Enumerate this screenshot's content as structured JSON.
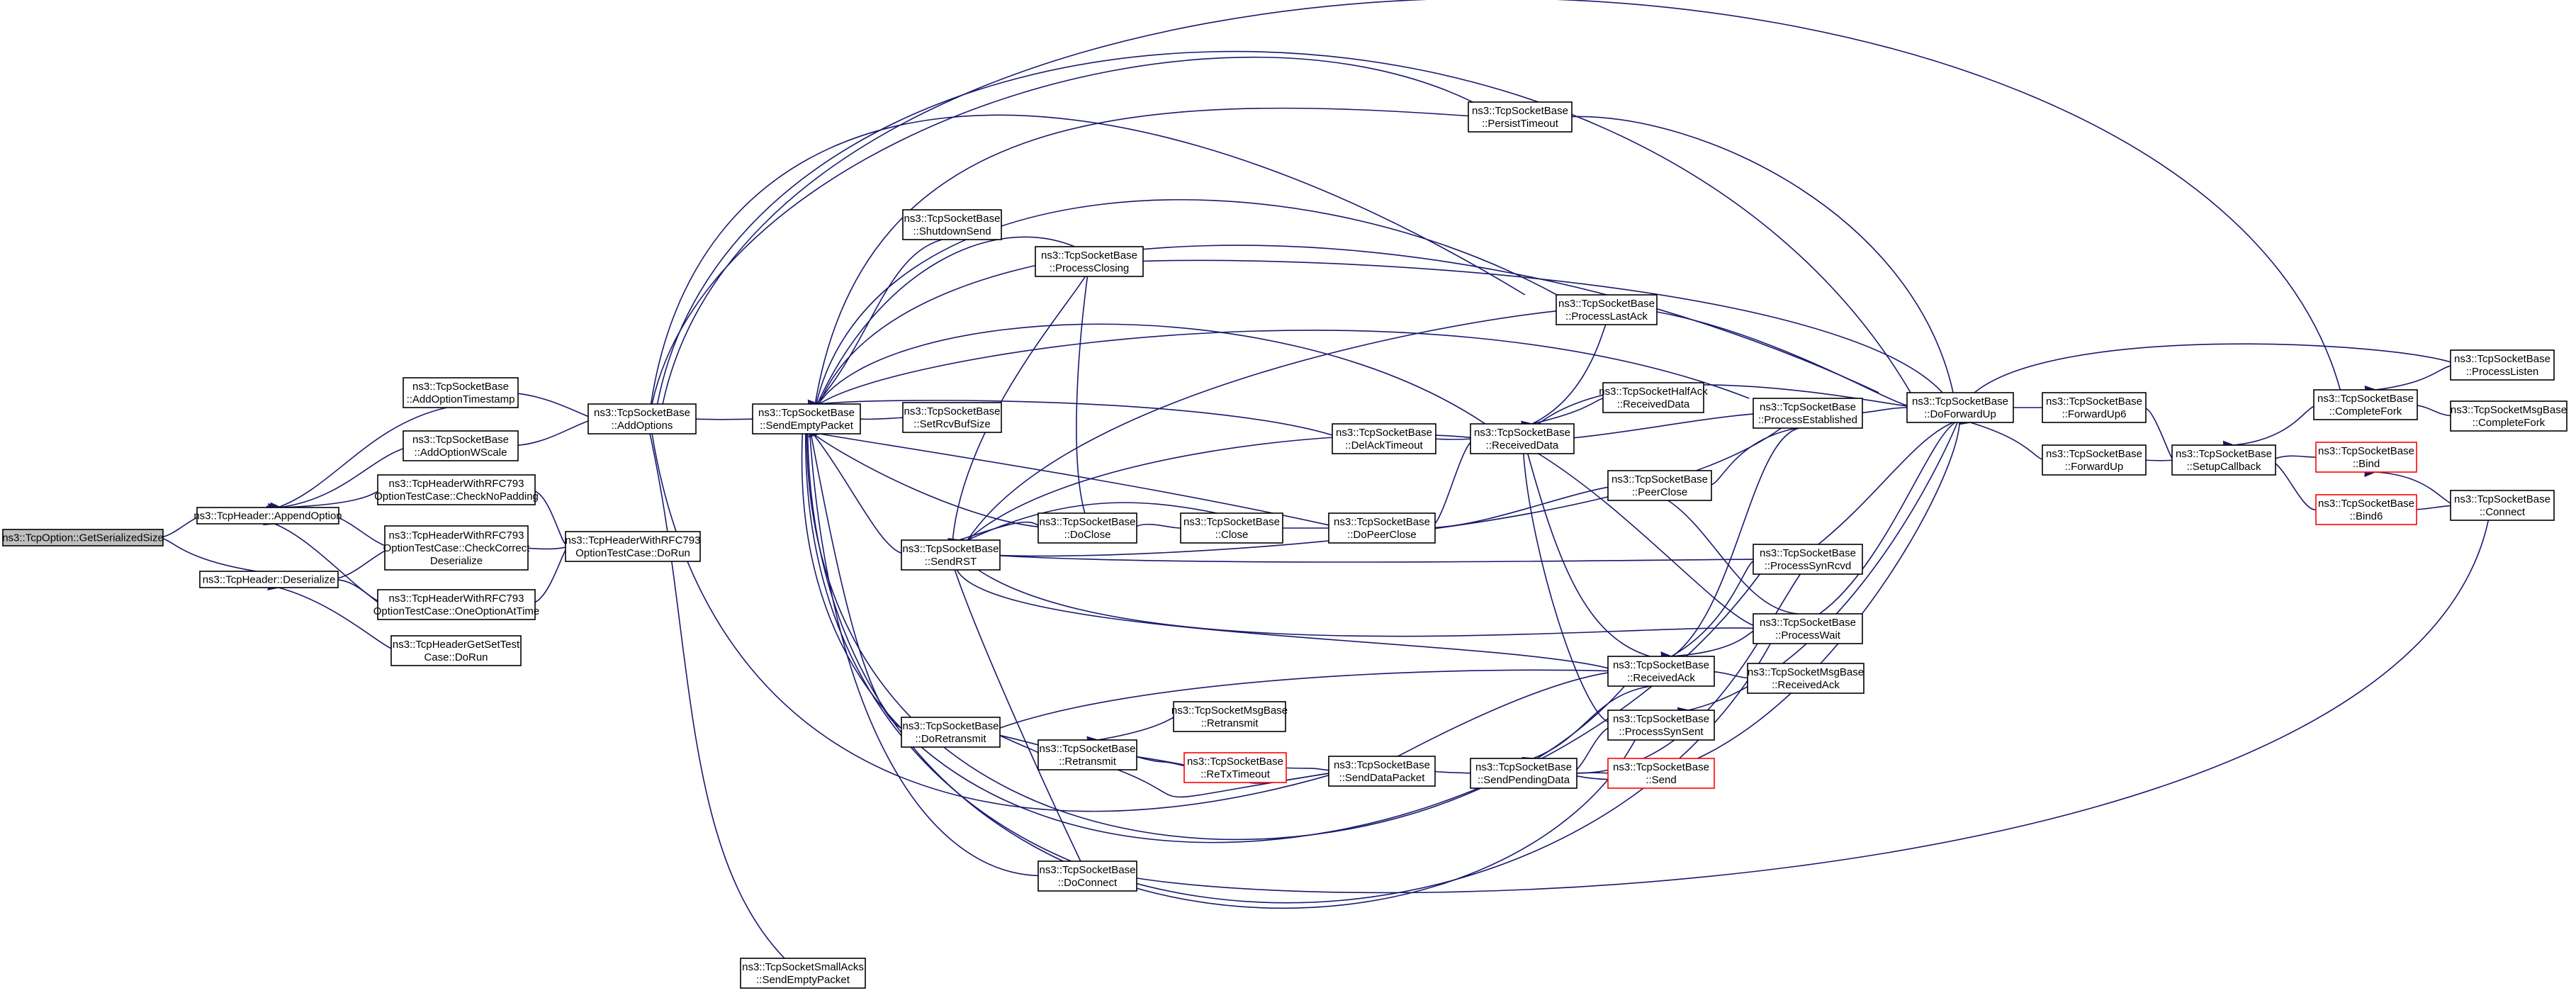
{
  "colors": {
    "edge": "#191970",
    "node_border": "#000000",
    "root_fill": "#bfbfbf",
    "truncated_border": "#ff0000",
    "background": "#ffffff"
  },
  "nodes": [
    {
      "id": "root",
      "lines": [
        "ns3::TcpOption::GetSerializedSize"
      ],
      "style": "root"
    },
    {
      "id": "append",
      "lines": [
        "ns3::TcpHeader::AppendOption"
      ]
    },
    {
      "id": "deser",
      "lines": [
        "ns3::TcpHeader::Deserialize"
      ]
    },
    {
      "id": "addts",
      "lines": [
        "ns3::TcpSocketBase",
        "::AddOptionTimestamp"
      ]
    },
    {
      "id": "addws",
      "lines": [
        "ns3::TcpSocketBase",
        "::AddOptionWScale"
      ]
    },
    {
      "id": "chknopad",
      "lines": [
        "ns3::TcpHeaderWithRFC793",
        "OptionTestCase::CheckNoPadding"
      ]
    },
    {
      "id": "chkcorrect",
      "lines": [
        "ns3::TcpHeaderWithRFC793",
        "OptionTestCase::CheckCorrect",
        "Deserialize"
      ]
    },
    {
      "id": "oneopt",
      "lines": [
        "ns3::TcpHeaderWithRFC793",
        "OptionTestCase::OneOptionAtTime"
      ]
    },
    {
      "id": "getset",
      "lines": [
        "ns3::TcpHeaderGetSetTest",
        "Case::DoRun"
      ]
    },
    {
      "id": "rfcdorun",
      "lines": [
        "ns3::TcpHeaderWithRFC793",
        "OptionTestCase::DoRun"
      ]
    },
    {
      "id": "addopts",
      "lines": [
        "ns3::TcpSocketBase",
        "::AddOptions"
      ]
    },
    {
      "id": "sendempty",
      "lines": [
        "ns3::TcpSocketBase",
        "::SendEmptyPacket"
      ]
    },
    {
      "id": "smallacks",
      "lines": [
        "ns3::TcpSocketSmallAcks",
        "::SendEmptyPacket"
      ]
    },
    {
      "id": "shutdown",
      "lines": [
        "ns3::TcpSocketBase",
        "::ShutdownSend"
      ]
    },
    {
      "id": "setrcv",
      "lines": [
        "ns3::TcpSocketBase",
        "::SetRcvBufSize"
      ]
    },
    {
      "id": "sendrst",
      "lines": [
        "ns3::TcpSocketBase",
        "::SendRST"
      ]
    },
    {
      "id": "doretx",
      "lines": [
        "ns3::TcpSocketBase",
        "::DoRetransmit"
      ]
    },
    {
      "id": "procclosing",
      "lines": [
        "ns3::TcpSocketBase",
        "::ProcessClosing"
      ]
    },
    {
      "id": "doclose",
      "lines": [
        "ns3::TcpSocketBase",
        "::DoClose"
      ]
    },
    {
      "id": "retx",
      "lines": [
        "ns3::TcpSocketBase",
        "::Retransmit"
      ]
    },
    {
      "id": "doconnect",
      "lines": [
        "ns3::TcpSocketBase",
        "::DoConnect"
      ]
    },
    {
      "id": "msgretx",
      "lines": [
        "ns3::TcpSocketMsgBase",
        "::Retransmit"
      ]
    },
    {
      "id": "retxtimeout",
      "lines": [
        "ns3::TcpSocketBase",
        "::ReTxTimeout"
      ],
      "style": "red"
    },
    {
      "id": "close",
      "lines": [
        "ns3::TcpSocketBase",
        "::Close"
      ]
    },
    {
      "id": "senddata",
      "lines": [
        "ns3::TcpSocketBase",
        "::SendDataPacket"
      ]
    },
    {
      "id": "persist",
      "lines": [
        "ns3::TcpSocketBase",
        "::PersistTimeout"
      ]
    },
    {
      "id": "delack",
      "lines": [
        "ns3::TcpSocketBase",
        "::DelAckTimeout"
      ]
    },
    {
      "id": "dopeer",
      "lines": [
        "ns3::TcpSocketBase",
        "::DoPeerClose"
      ]
    },
    {
      "id": "recvdata",
      "lines": [
        "ns3::TcpSocketBase",
        "::ReceivedData"
      ]
    },
    {
      "id": "proclastack",
      "lines": [
        "ns3::TcpSocketBase",
        "::ProcessLastAck"
      ]
    },
    {
      "id": "halfack",
      "lines": [
        "ns3::TcpSocketHalfAck",
        "::ReceivedData"
      ]
    },
    {
      "id": "peerclose",
      "lines": [
        "ns3::TcpSocketBase",
        "::PeerClose"
      ]
    },
    {
      "id": "recvack",
      "lines": [
        "ns3::TcpSocketBase",
        "::ReceivedAck"
      ]
    },
    {
      "id": "sendpending",
      "lines": [
        "ns3::TcpSocketBase",
        "::SendPendingData"
      ]
    },
    {
      "id": "procsynsent",
      "lines": [
        "ns3::TcpSocketBase",
        "::ProcessSynSent"
      ]
    },
    {
      "id": "send",
      "lines": [
        "ns3::TcpSocketBase",
        "::Send"
      ],
      "style": "red"
    },
    {
      "id": "procest",
      "lines": [
        "ns3::TcpSocketBase",
        "::ProcessEstablished"
      ]
    },
    {
      "id": "procsynrcvd",
      "lines": [
        "ns3::TcpSocketBase",
        "::ProcessSynRcvd"
      ]
    },
    {
      "id": "procwait",
      "lines": [
        "ns3::TcpSocketBase",
        "::ProcessWait"
      ]
    },
    {
      "id": "msgrecvack",
      "lines": [
        "ns3::TcpSocketMsgBase",
        "::ReceivedAck"
      ]
    },
    {
      "id": "dofwd",
      "lines": [
        "ns3::TcpSocketBase",
        "::DoForwardUp"
      ]
    },
    {
      "id": "fwdup6",
      "lines": [
        "ns3::TcpSocketBase",
        "::ForwardUp6"
      ]
    },
    {
      "id": "fwdup",
      "lines": [
        "ns3::TcpSocketBase",
        "::ForwardUp"
      ]
    },
    {
      "id": "setupcb",
      "lines": [
        "ns3::TcpSocketBase",
        "::SetupCallback"
      ]
    },
    {
      "id": "compfork",
      "lines": [
        "ns3::TcpSocketBase",
        "::CompleteFork"
      ]
    },
    {
      "id": "bind",
      "lines": [
        "ns3::TcpSocketBase",
        "::Bind"
      ],
      "style": "red"
    },
    {
      "id": "bind6",
      "lines": [
        "ns3::TcpSocketBase",
        "::Bind6"
      ],
      "style": "red"
    },
    {
      "id": "proclisten",
      "lines": [
        "ns3::TcpSocketBase",
        "::ProcessListen"
      ]
    },
    {
      "id": "msgcompfork",
      "lines": [
        "ns3::TcpSocketMsgBase",
        "::CompleteFork"
      ]
    },
    {
      "id": "connect",
      "lines": [
        "ns3::TcpSocketBase",
        "::Connect"
      ]
    }
  ]
}
